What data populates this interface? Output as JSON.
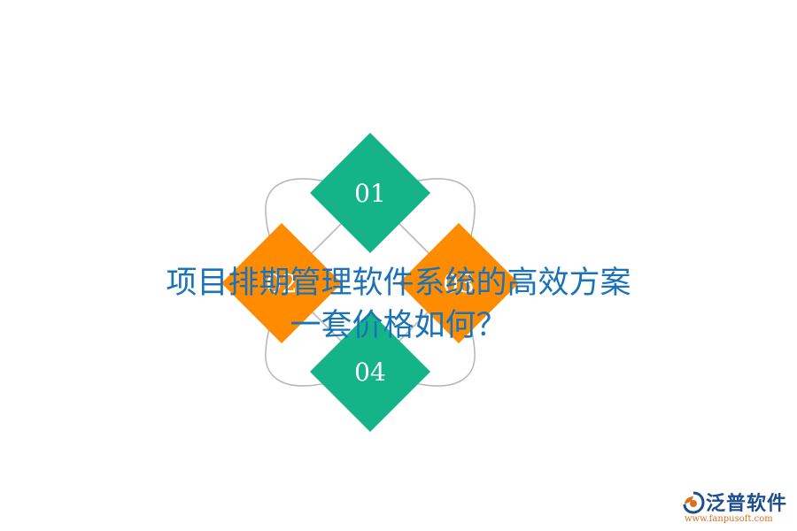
{
  "title": {
    "line1": "项目排期管理软件系统的高效方案",
    "line2": "一套价格如何？"
  },
  "nodes": [
    {
      "id": "01",
      "color": "#14b488"
    },
    {
      "id": "02",
      "color": "#ff8c00"
    },
    {
      "id": "03",
      "color": "#ff8c00"
    },
    {
      "id": "04",
      "color": "#14b488"
    }
  ],
  "logo": {
    "name": "泛普软件",
    "url": "www.fanpusoft.com"
  }
}
